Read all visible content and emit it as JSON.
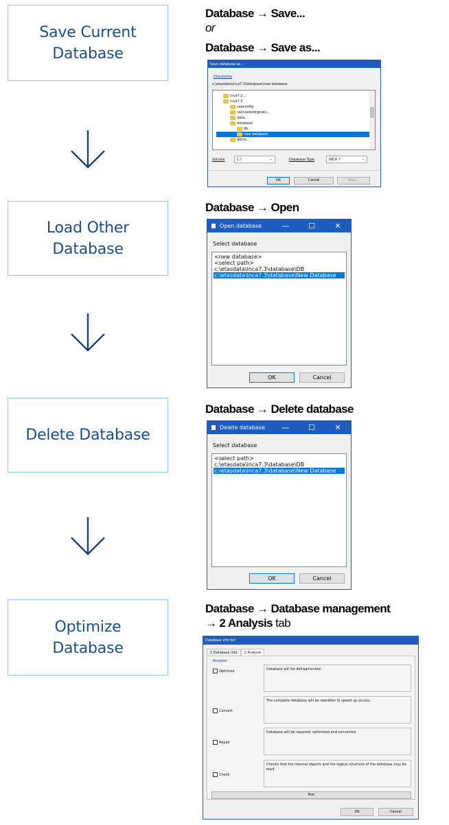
{
  "steps": [
    {
      "label": "Save Current\nDatabase"
    },
    {
      "label": "Load Other\nDatabase"
    },
    {
      "label": "Delete Database"
    },
    {
      "label": "Optimize\nDatabase"
    }
  ],
  "captions": {
    "save_1": "Database → Save...",
    "save_or": "or",
    "save_2": "Database → Save as...",
    "open": "Database → Open",
    "delete": "Database → Delete database",
    "optimize_1": "Database → Database management",
    "optimize_2a": "→ 2 Analysis",
    "optimize_2b": " tab"
  },
  "save_dialog": {
    "title": "Save database as...",
    "directories_label": "Directories",
    "path": "c:\\etasdata\\inca7.3\\database\\new database",
    "tree": [
      {
        "indent": 1,
        "label": "inca7.2..."
      },
      {
        "indent": 1,
        "label": "inca7.3"
      },
      {
        "indent": 2,
        "label": "caeconfig"
      },
      {
        "indent": 2,
        "label": "calculatedsignals..."
      },
      {
        "indent": 2,
        "label": "data..."
      },
      {
        "indent": 2,
        "label": "database"
      },
      {
        "indent": 3,
        "label": "db"
      },
      {
        "indent": 3,
        "label": "new database",
        "selected": true
      },
      {
        "indent": 2,
        "label": "demo..."
      }
    ],
    "volume_label": "Volume",
    "volume_value": "C:\\",
    "dbtype_label": "Database Type",
    "dbtype_value": "INCA 7",
    "ok": "OK",
    "cancel": "Cancel",
    "new": "New..."
  },
  "open_dialog": {
    "title": "Open database",
    "select_label": "Select database",
    "items": [
      "<new database>",
      "<select path>",
      "c:\\etasdata\\inca7.3\\database\\DB",
      "c:\\etasdata\\inca7.3\\database\\New Database"
    ],
    "selected_index": 3,
    "ok": "OK",
    "cancel": "Cancel",
    "ctrl_min": "—",
    "ctrl_max": "☐",
    "ctrl_close": "✕"
  },
  "delete_dialog": {
    "title": "Delete database",
    "select_label": "Select database",
    "items": [
      "<select path>",
      "c:\\etasdata\\inca7.3\\database\\DB",
      "c:\\etasdata\\inca7.3\\database\\New Database"
    ],
    "selected_index": 2,
    "ok": "OK",
    "cancel": "Cancel",
    "ctrl_min": "—",
    "ctrl_max": "☐",
    "ctrl_close": "✕"
  },
  "mgmt_dialog": {
    "title": "Database info for:",
    "tab1": "1 Database info",
    "tab2": "2 Analyze",
    "group_label": "Analyze:",
    "options": [
      {
        "label": "Optimize",
        "desc": "Database will be defragmented"
      },
      {
        "label": "Convert",
        "desc": "The complete database will be rewritten to speed up access."
      },
      {
        "label": "Repair",
        "desc": "Database will be repaired, optimized and converted."
      },
      {
        "label": "Check",
        "desc": "Checks that the internal objects and the logical structure of the database may be read."
      }
    ],
    "run": "Run",
    "ok": "OK",
    "cancel": "Cancel"
  },
  "colors": {
    "box_border": "#8cc8e6",
    "box_text": "#1b4f8a",
    "arrow": "#1b3f7a",
    "titlebar": "#1e5dbf",
    "selection": "#0078d7"
  },
  "icons": [
    "arrow-down-icon",
    "folder-icon",
    "database-icon",
    "checkbox-icon",
    "close-icon",
    "minimize-icon",
    "maximize-icon"
  ]
}
